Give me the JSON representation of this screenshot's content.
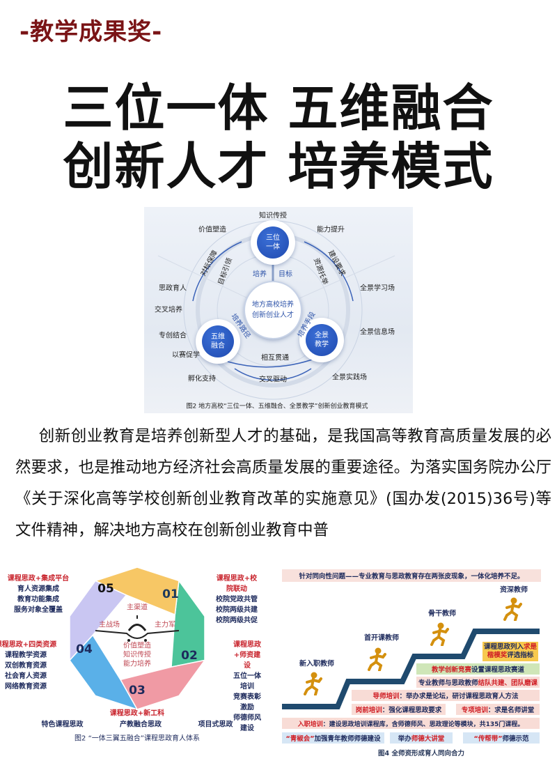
{
  "header": {
    "award": "-教学成果奖-"
  },
  "title": {
    "line1": "三位一体  五维融合",
    "line2": "创新人才  培养模式"
  },
  "figure1": {
    "nodes": {
      "top": "三位一体",
      "left": "五维融合",
      "right": "全景教学",
      "center_line1": "地方高校培养",
      "center_line2": "创新创业人才"
    },
    "outer_labels": {
      "top": "知识传授",
      "top_left": "价值塑造",
      "top_right": "能力提升",
      "left": [
        "思政育人",
        "交叉培养",
        "专创结合",
        "以赛促学",
        "孵化支持"
      ],
      "right": [
        "全景学习场",
        "全景信息场",
        "全景实践场"
      ]
    },
    "links": {
      "peiyang": "培养",
      "mubiao": "目标",
      "lujing": "培养路径",
      "shouduan": "培养手段",
      "huxiang": "相互贯通",
      "jiaocha": "交叉驱动",
      "left_arc_outer": "对标保障",
      "left_arc_inner": "目标引领",
      "right_arc_outer": "建设要求",
      "right_arc_inner": "资源托举"
    },
    "caption": "图2 地方高校“三位一体、五维融合、全景教学”创新创业教育模式"
  },
  "paragraph": "创新创业教育是培养创新型人才的基础，是我国高等教育高质量发展的必然要求，也是推动地方经济社会高质量发展的重要途径。为落实国务院办公厅《关于深化高等学校创新创业教育改革的实施意见》(国办发(2015)36号)等文件精神，解决地方高校在创新创业教育中普",
  "figure2": {
    "segments": [
      {
        "num": "01",
        "color": "#4cc49a",
        "num_color": "#1d3a5c"
      },
      {
        "num": "02",
        "color": "#f09aa4",
        "num_color": "#1d2a5c"
      },
      {
        "num": "03",
        "color": "#5ab0e8",
        "num_color": "#1d2a5c"
      },
      {
        "num": "04",
        "color": "#c9c6f2",
        "num_color": "#1d2a5c"
      },
      {
        "num": "05",
        "color": "#f7c765",
        "num_color": "#111111"
      }
    ],
    "groups": {
      "g05": {
        "head": "课程思政+集成平台",
        "items": [
          "育人资源集成",
          "教育功能集成",
          "服务对象全覆盖"
        ]
      },
      "g01": {
        "head": "课程思政+校院联动",
        "items": [
          "校院党政共管",
          "校院两级共建",
          "校院两级共促"
        ]
      },
      "g04": {
        "head": "课程思政+四类资源",
        "items": [
          "课程教学资源",
          "双创教育资源",
          "社会育人资源",
          "网络教育资源"
        ]
      },
      "g02": {
        "head": "课程思政+师资建设",
        "items": [
          "五位一体培训",
          "竞赛表彰激励",
          "师德师风建设"
        ]
      },
      "g03": {
        "head": "课程思政+新工科",
        "items": [
          "特色课程思政",
          "产教融合思政",
          "项目式思政"
        ]
      }
    },
    "center": {
      "top": "主渠道",
      "left": "主战场",
      "right": "主力军",
      "lines": [
        "价值塑造",
        "知识传授",
        "能力培养"
      ]
    },
    "caption": "图2  “一体三翼五融合”课程思政育人体系"
  },
  "figure3": {
    "banner": "针对同向性问题——专业教育与思政教育存在两张皮现象，一体化培养不足。",
    "roles": [
      "新入职教师",
      "首开课教师",
      "骨干教师",
      "资深教师"
    ],
    "boxes": {
      "b1": {
        "a": "课程思政列入",
        "b": "求是",
        "c": "楷模奖",
        "d": "评选指标"
      },
      "b2": {
        "a": "教学创新竞赛",
        "b": "设置课程思政赛道"
      },
      "b3": {
        "a": "专业教师与思政教师",
        "b": "结队共建、团队磨课"
      },
      "b4": {
        "a": "导师培训",
        "b": "：举办求是论坛，研讨课程思政育人方法"
      },
      "b5": {
        "a": "岗前培训",
        "b": "：强化课程思政要求"
      },
      "b6": {
        "a": "专项培训",
        "b": "：求是名师讲堂"
      },
      "b7": {
        "a": "入职培训",
        "b": "：建设思政培训课程库，含师德师风、思政理论等模块，共135门课程。"
      },
      "b8": {
        "a": "“青椒会”",
        "b": "加强青年教师师德建设"
      },
      "b9": {
        "a": "举办",
        "b": "师德大讲堂"
      },
      "b10": {
        "a": "“传帮带”",
        "b": "师德示范"
      }
    },
    "caption": "图4 全师资形成育人同向合力",
    "colors": {
      "stair": "#1f4a6e",
      "runner": "#d4900e"
    }
  }
}
